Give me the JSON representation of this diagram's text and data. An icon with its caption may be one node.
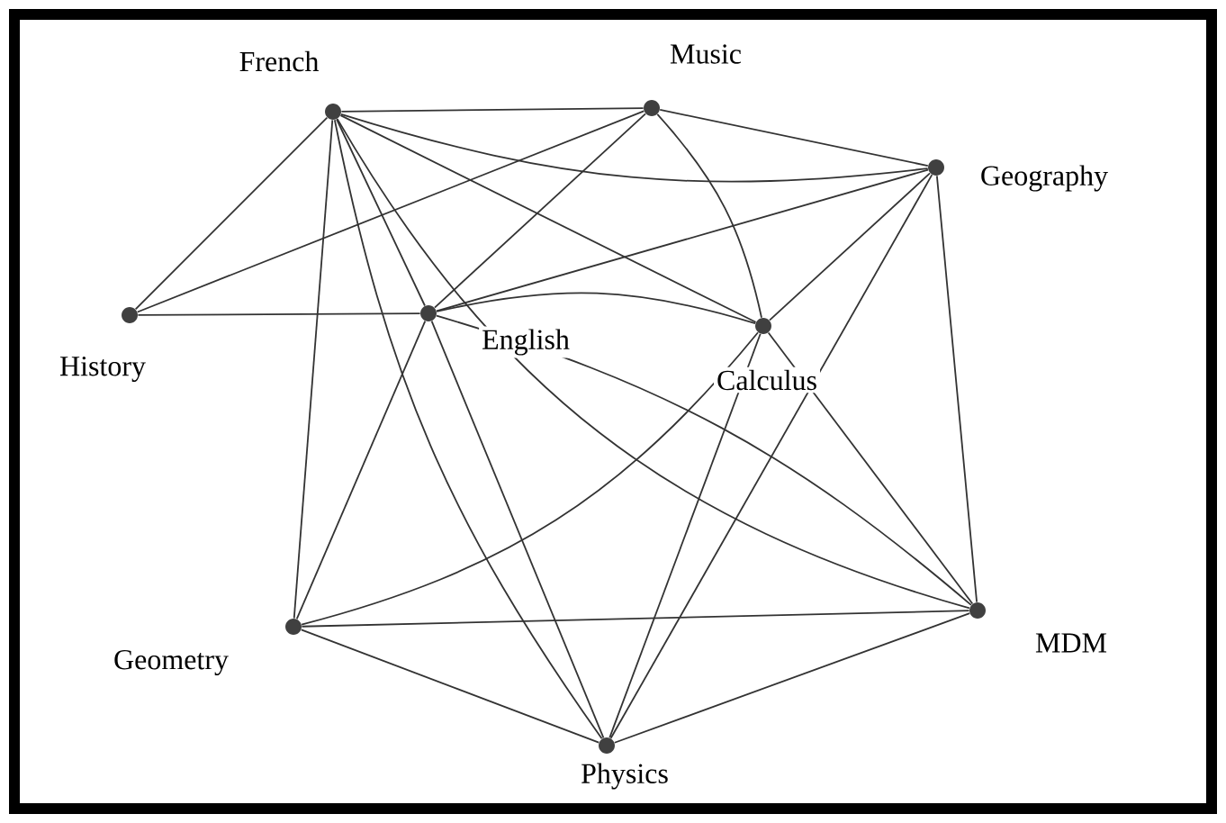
{
  "diagram": {
    "nodes": [
      {
        "text": [
          "French"
        ]
      },
      {
        "text": [
          "Music"
        ]
      },
      {
        "text": [
          "Geography"
        ]
      },
      {
        "text": [
          "History"
        ]
      },
      {
        "text": [
          "English"
        ]
      },
      {
        "text": [
          "Calculus"
        ]
      },
      {
        "text": [
          "Geometry"
        ]
      },
      {
        "text": [
          "MDM"
        ]
      },
      {
        "text": [
          "Physics"
        ]
      }
    ],
    "edges": [
      {
        "from": 0,
        "to": 1,
        "arrow": "none"
      },
      {
        "from": 0,
        "to": 3,
        "arrow": "none"
      },
      {
        "from": 0,
        "to": 4,
        "arrow": "none"
      },
      {
        "from": 0,
        "to": 2,
        "arrow": "none"
      },
      {
        "from": 0,
        "to": 5,
        "arrow": "none"
      },
      {
        "from": 0,
        "to": 6,
        "arrow": "none"
      },
      {
        "from": 0,
        "to": 8,
        "arrow": "none"
      },
      {
        "from": 0,
        "to": 7,
        "arrow": "none"
      },
      {
        "from": 1,
        "to": 3,
        "arrow": "none"
      },
      {
        "from": 1,
        "to": 4,
        "arrow": "none"
      },
      {
        "from": 1,
        "to": 2,
        "arrow": "none"
      },
      {
        "from": 1,
        "to": 5,
        "arrow": "none"
      },
      {
        "from": 3,
        "to": 4,
        "arrow": "none"
      },
      {
        "from": 4,
        "to": 2,
        "arrow": "none"
      },
      {
        "from": 4,
        "to": 5,
        "arrow": "none"
      },
      {
        "from": 4,
        "to": 6,
        "arrow": "none"
      },
      {
        "from": 4,
        "to": 8,
        "arrow": "none"
      },
      {
        "from": 4,
        "to": 7,
        "arrow": "none"
      },
      {
        "from": 2,
        "to": 5,
        "arrow": "none"
      },
      {
        "from": 2,
        "to": 8,
        "arrow": "none"
      },
      {
        "from": 2,
        "to": 7,
        "arrow": "none"
      },
      {
        "from": 5,
        "to": 6,
        "arrow": "none"
      },
      {
        "from": 5,
        "to": 8,
        "arrow": "none"
      },
      {
        "from": 5,
        "to": 7,
        "arrow": "none"
      },
      {
        "from": 6,
        "to": 8,
        "arrow": "none"
      },
      {
        "from": 6,
        "to": 7,
        "arrow": "none"
      },
      {
        "from": 8,
        "to": 7,
        "arrow": "none"
      }
    ]
  }
}
